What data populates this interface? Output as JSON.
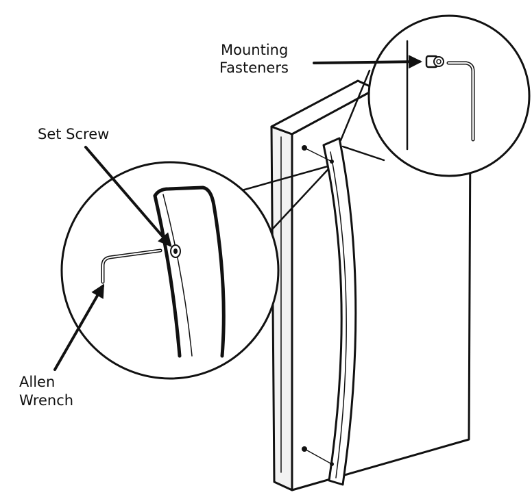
{
  "labels": {
    "mounting_fasteners_line1": "Mounting",
    "mounting_fasteners_line2": "Fasteners",
    "set_screw": "Set Screw",
    "allen_wrench_line1": "Allen",
    "allen_wrench_line2": "Wrench"
  },
  "colors": {
    "ink": "#111111",
    "paper": "#ffffff",
    "panel_shade": "#f2f2f2"
  },
  "icons": {
    "fastener": "hex-stud-icon",
    "wrench": "allen-key-icon",
    "arrow": "callout-arrow-icon"
  }
}
